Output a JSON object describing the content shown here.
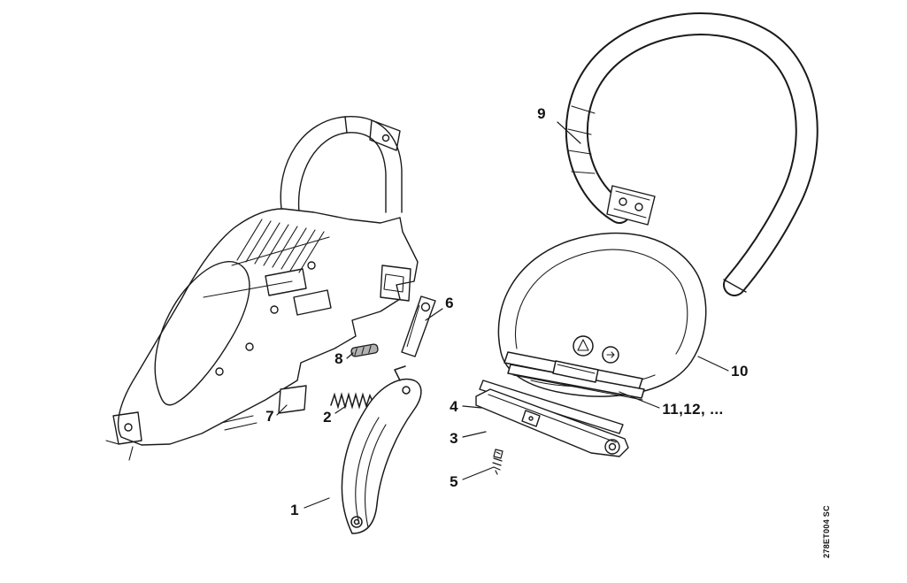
{
  "diagram": {
    "part_code": "278ET004 SC",
    "labels": [
      {
        "id": 1,
        "text": "1"
      },
      {
        "id": 2,
        "text": "2"
      },
      {
        "id": 3,
        "text": "3"
      },
      {
        "id": 4,
        "text": "4"
      },
      {
        "id": 5,
        "text": "5"
      },
      {
        "id": 6,
        "text": "6"
      },
      {
        "id": 7,
        "text": "7"
      },
      {
        "id": 8,
        "text": "8"
      },
      {
        "id": 9,
        "text": "9"
      },
      {
        "id": 10,
        "text": "10"
      },
      {
        "id": 11,
        "text": "11,12, ..."
      }
    ]
  }
}
